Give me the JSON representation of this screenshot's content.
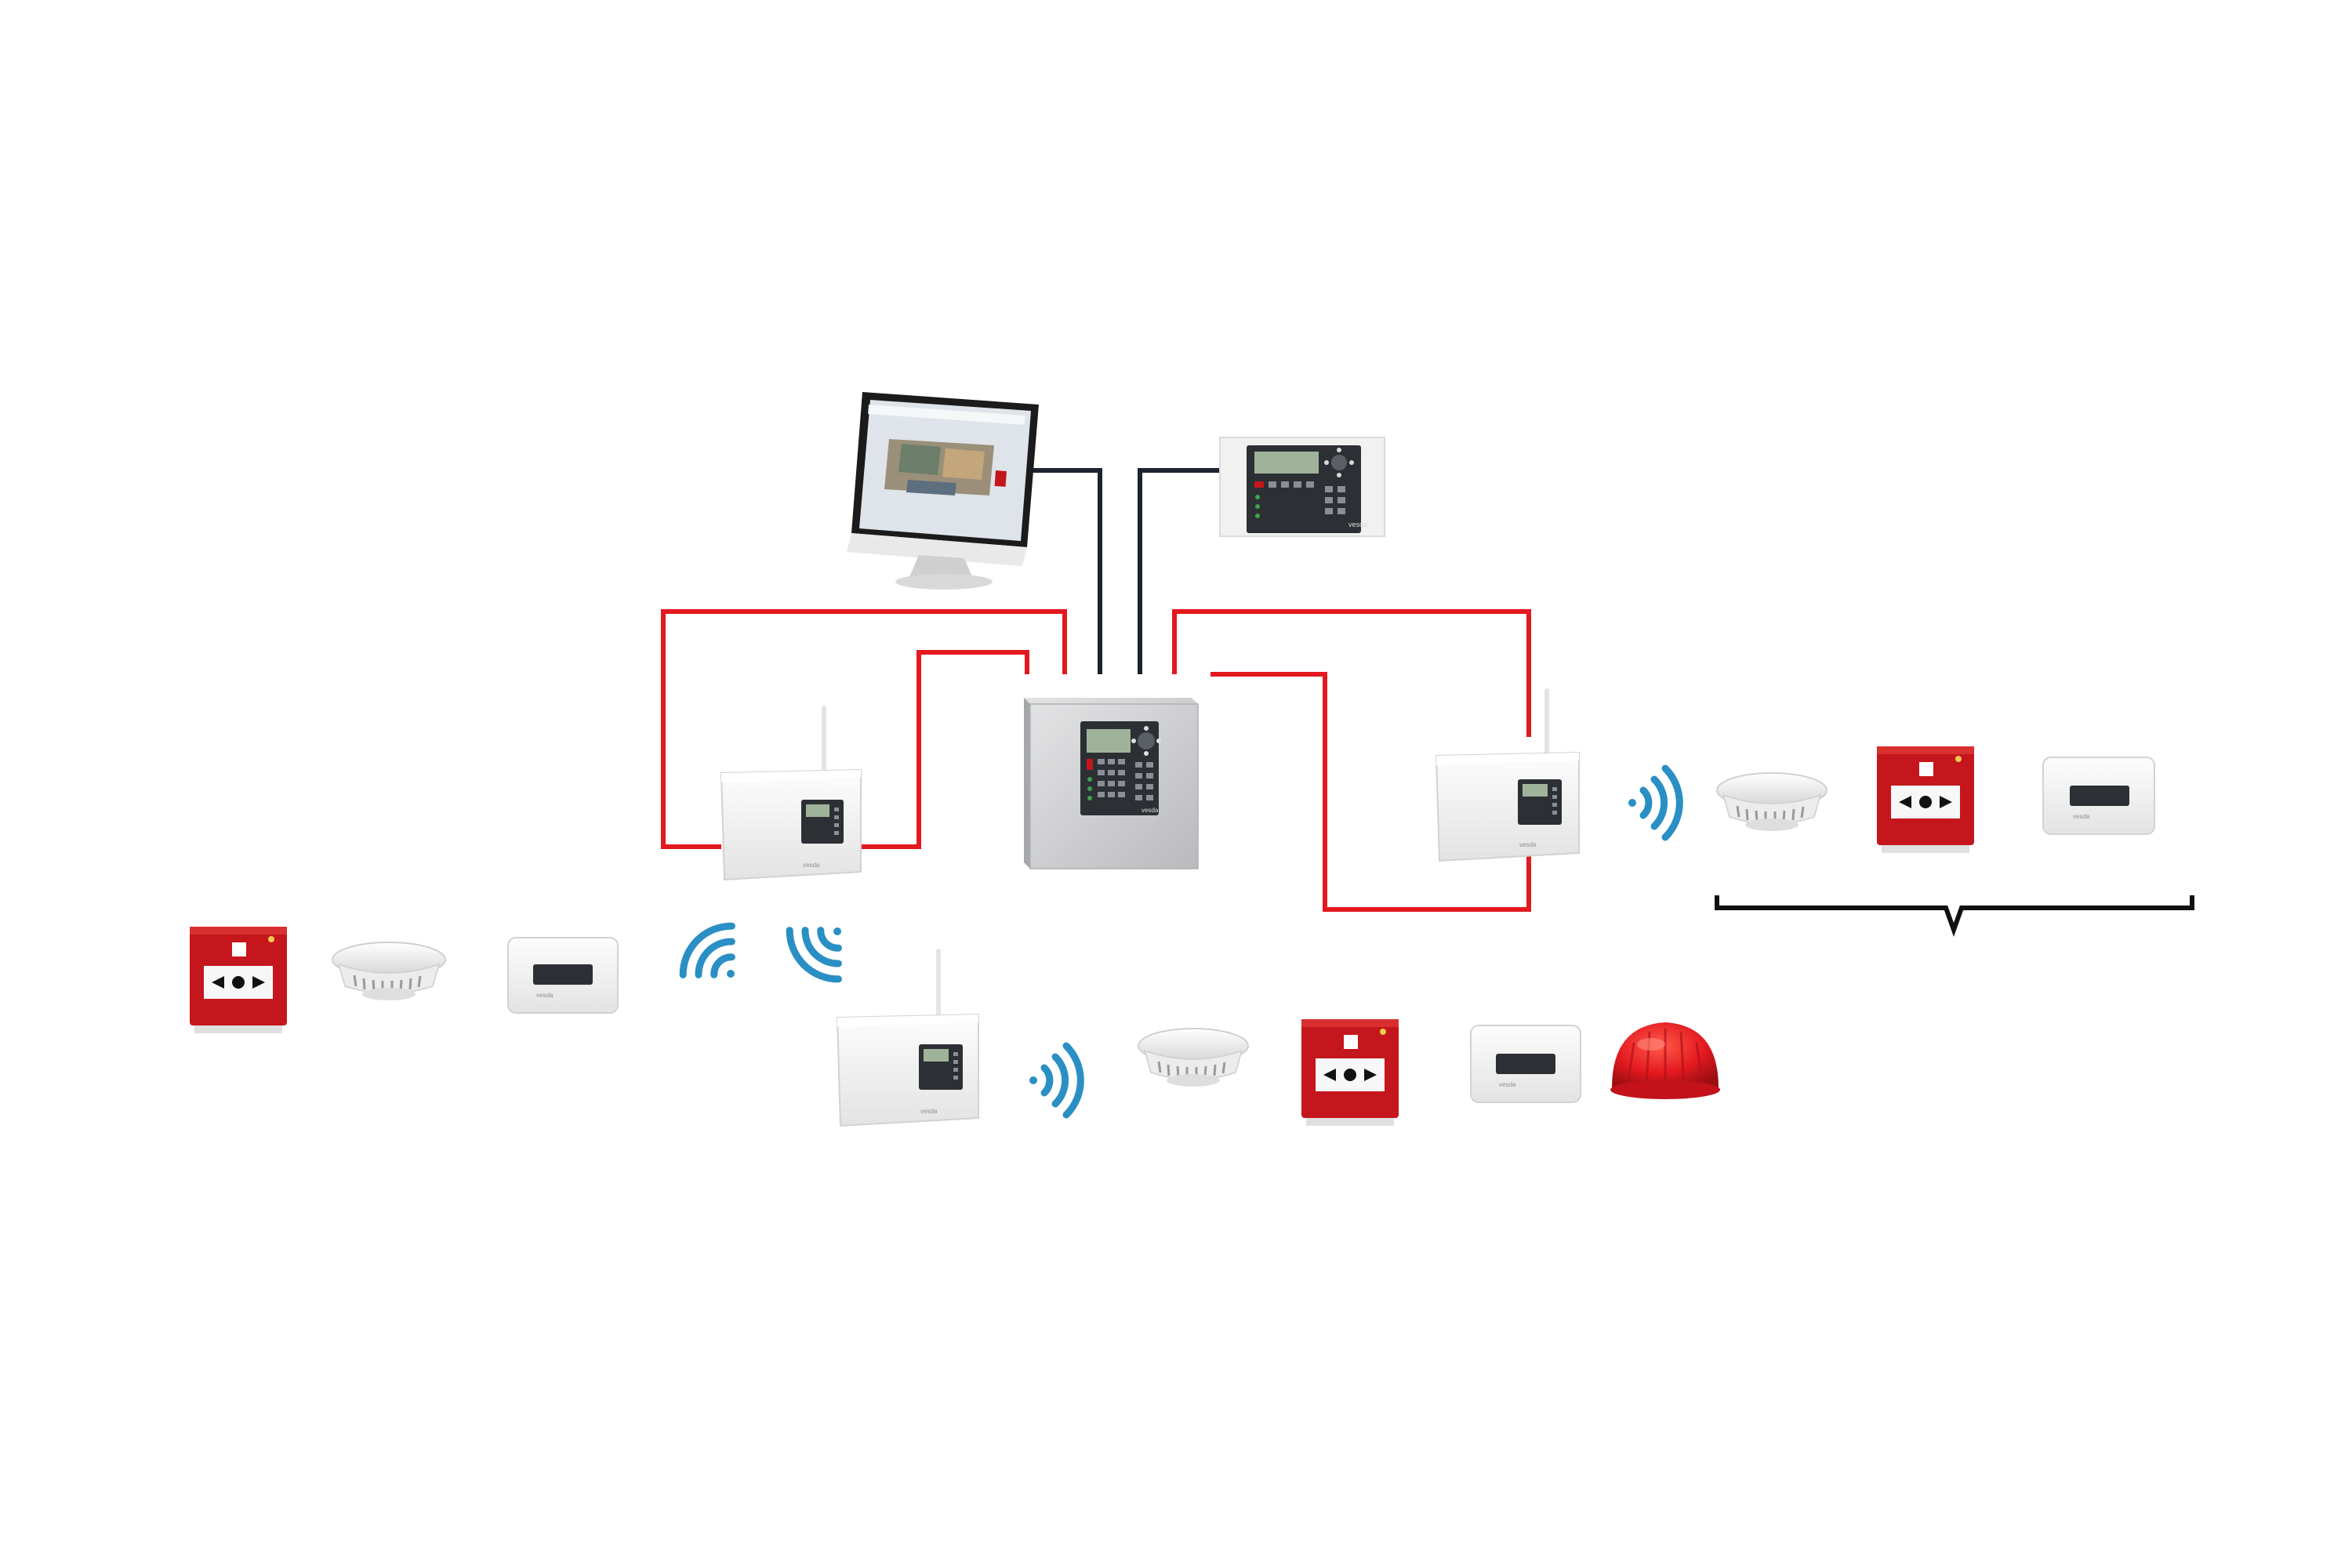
{
  "colors": {
    "background": "#ffffff",
    "loop_wire": "#e3191f",
    "network_wire": "#1b2430",
    "wireless_waves": "#2a8fc4",
    "bracket": "#111111",
    "device_white": "#f2f2f2",
    "device_shadow": "#cfcfcf",
    "call_point_red": "#c4161c",
    "panel_grey": "#cfd0d1",
    "display_green": "#9fb39a"
  },
  "devices": {
    "monitor": {
      "icon": "computer-monitor-icon"
    },
    "repeater_panel": {
      "icon": "repeater-panel-icon",
      "logo": "vesda"
    },
    "control_panel": {
      "icon": "fire-control-panel-icon",
      "logo": "vesda"
    },
    "translator_left": {
      "icon": "radio-translator-icon",
      "logo": "vesda"
    },
    "translator_right": {
      "icon": "radio-translator-icon",
      "logo": "vesda"
    },
    "translator_bottom": {
      "icon": "radio-translator-icon",
      "logo": "vesda"
    },
    "io_module_logo": "vesda"
  },
  "device_groups": {
    "right": [
      "smoke-detector-icon",
      "manual-call-point-icon",
      "io-module-icon"
    ],
    "left": [
      "manual-call-point-icon",
      "smoke-detector-icon",
      "io-module-icon"
    ],
    "bottom": [
      "smoke-detector-icon",
      "manual-call-point-icon",
      "io-module-icon",
      "sounder-beacon-icon"
    ]
  }
}
